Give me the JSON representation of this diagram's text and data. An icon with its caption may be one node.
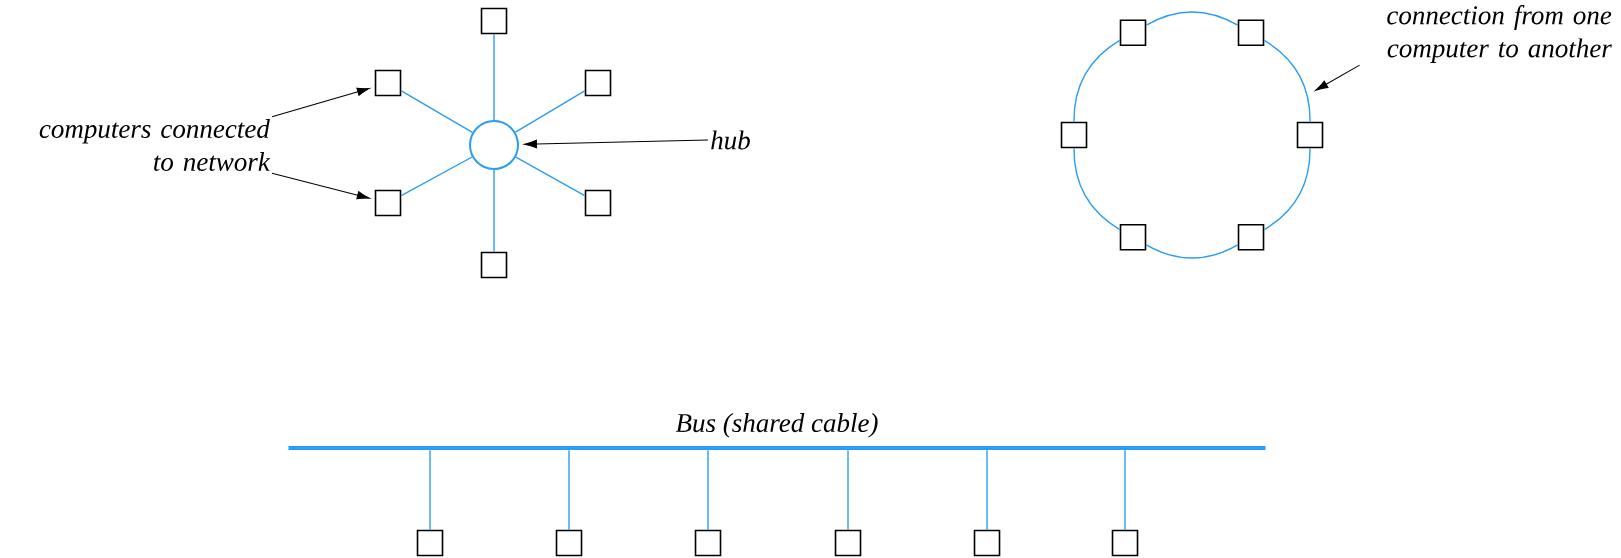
{
  "diagram": {
    "nodes": [
      {
        "text": [],
        "shape": "box"
      },
      {
        "text": [
          "computers connected to network"
        ]
      },
      {
        "text": [],
        "shape": "box"
      },
      {
        "text": [],
        "shape": "box"
      },
      {
        "text": [],
        "shape": "circle"
      },
      {
        "text": [
          "hub"
        ]
      },
      {
        "text": [],
        "shape": "box"
      },
      {
        "text": [],
        "shape": "box"
      },
      {
        "text": [],
        "shape": "box"
      },
      {
        "text": [
          "connection from one computer to another"
        ]
      },
      {
        "text": [],
        "shape": "box"
      },
      {
        "text": [],
        "shape": "box"
      },
      {
        "text": [],
        "shape": "box"
      },
      {
        "text": [],
        "shape": "box"
      },
      {
        "text": [],
        "shape": "box"
      },
      {
        "text": [],
        "shape": "box"
      },
      {
        "text": [
          "Bus (shared cable)"
        ]
      },
      {
        "text": [],
        "shape": "box"
      },
      {
        "text": [],
        "shape": "box"
      },
      {
        "text": [],
        "shape": "box"
      },
      {
        "text": [],
        "shape": "box"
      },
      {
        "text": [],
        "shape": "box"
      },
      {
        "text": [],
        "shape": "box"
      }
    ],
    "edges": [
      {
        "from": 4,
        "to": 0,
        "arrow": "none"
      },
      {
        "from": 4,
        "to": 2,
        "arrow": "none"
      },
      {
        "from": 4,
        "to": 3,
        "arrow": "none"
      },
      {
        "from": 4,
        "to": 6,
        "arrow": "none"
      },
      {
        "from": 4,
        "to": 7,
        "arrow": "none"
      },
      {
        "from": 4,
        "to": 8,
        "arrow": "none"
      },
      {
        "from": 1,
        "to": 2,
        "arrow": "to",
        "color": "#000000"
      },
      {
        "from": 1,
        "to": 6,
        "arrow": "to",
        "color": "#000000"
      },
      {
        "from": 5,
        "to": 4,
        "arrow": "to",
        "color": "#000000"
      },
      {
        "from": 10,
        "to": 11,
        "arrow": "none"
      },
      {
        "from": 11,
        "to": 13,
        "arrow": "none"
      },
      {
        "from": 13,
        "to": 15,
        "arrow": "none"
      },
      {
        "from": 15,
        "to": 14,
        "arrow": "none"
      },
      {
        "from": 14,
        "to": 12,
        "arrow": "none"
      },
      {
        "from": 12,
        "to": 10,
        "arrow": "none"
      },
      {
        "from": 9,
        "to": null,
        "arrow": "to",
        "color": "#000000"
      },
      {
        "from": 16,
        "to": 17,
        "arrow": "none"
      },
      {
        "from": 16,
        "to": 18,
        "arrow": "none"
      },
      {
        "from": 16,
        "to": 19,
        "arrow": "none"
      },
      {
        "from": 16,
        "to": 20,
        "arrow": "none"
      },
      {
        "from": 16,
        "to": 21,
        "arrow": "none"
      },
      {
        "from": 16,
        "to": 22,
        "arrow": "none"
      }
    ]
  }
}
